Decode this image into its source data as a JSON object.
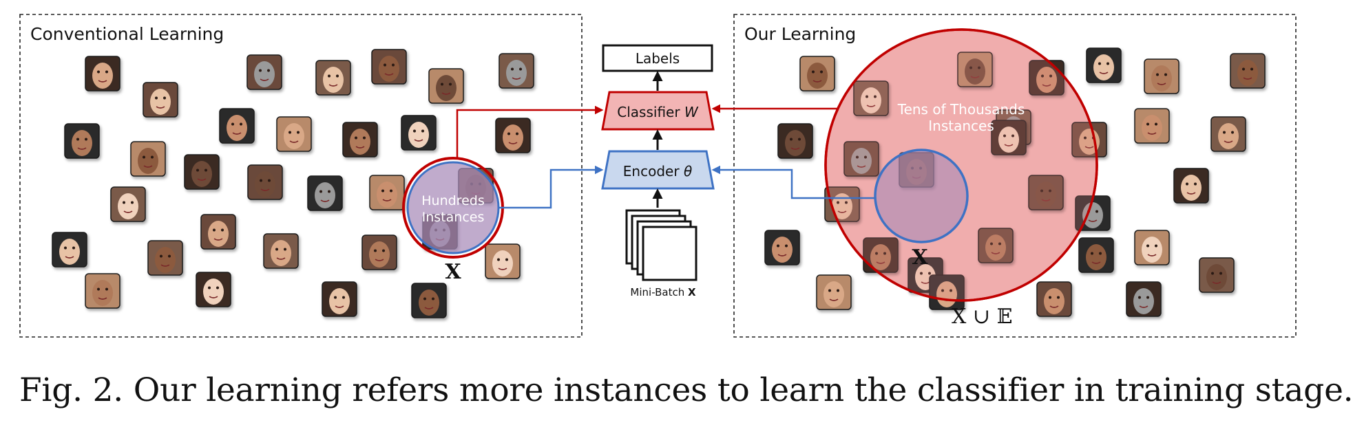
{
  "left_panel": {
    "title": "Conventional Learning",
    "circle_label_line1": "Hundreds",
    "circle_label_line2": "Instances",
    "batch_symbol": "X"
  },
  "right_panel": {
    "title": "Our Learning",
    "big_circle_label_line1": "Tens of Thousands",
    "big_circle_label_line2": "Instances",
    "batch_symbol": "X",
    "union_symbol": "X ∪ 𝔼"
  },
  "center": {
    "labels_box": "Labels",
    "classifier_text": "Classifier",
    "classifier_param": "W",
    "encoder_text": "Encoder",
    "encoder_param": "θ",
    "minibatch_text": "Mini-Batch",
    "minibatch_symbol": "X"
  },
  "caption": "Fig. 2. Our learning refers more instances to learn the classifier in training stage.",
  "colors": {
    "red_stroke": "#c00000",
    "red_fill": "#f2b4b4",
    "blue_stroke": "#3e72c4",
    "blue_fill": "#c9d8ee",
    "purple_fill": "#b59ab8",
    "skin": [
      "#d9a887",
      "#e8c3a6",
      "#b07a5a",
      "#8c5a3e",
      "#f0d2bd",
      "#6e4a38",
      "#9a9a9a",
      "#c98f6e"
    ]
  },
  "face_icon": "face-thumbnail-icon"
}
